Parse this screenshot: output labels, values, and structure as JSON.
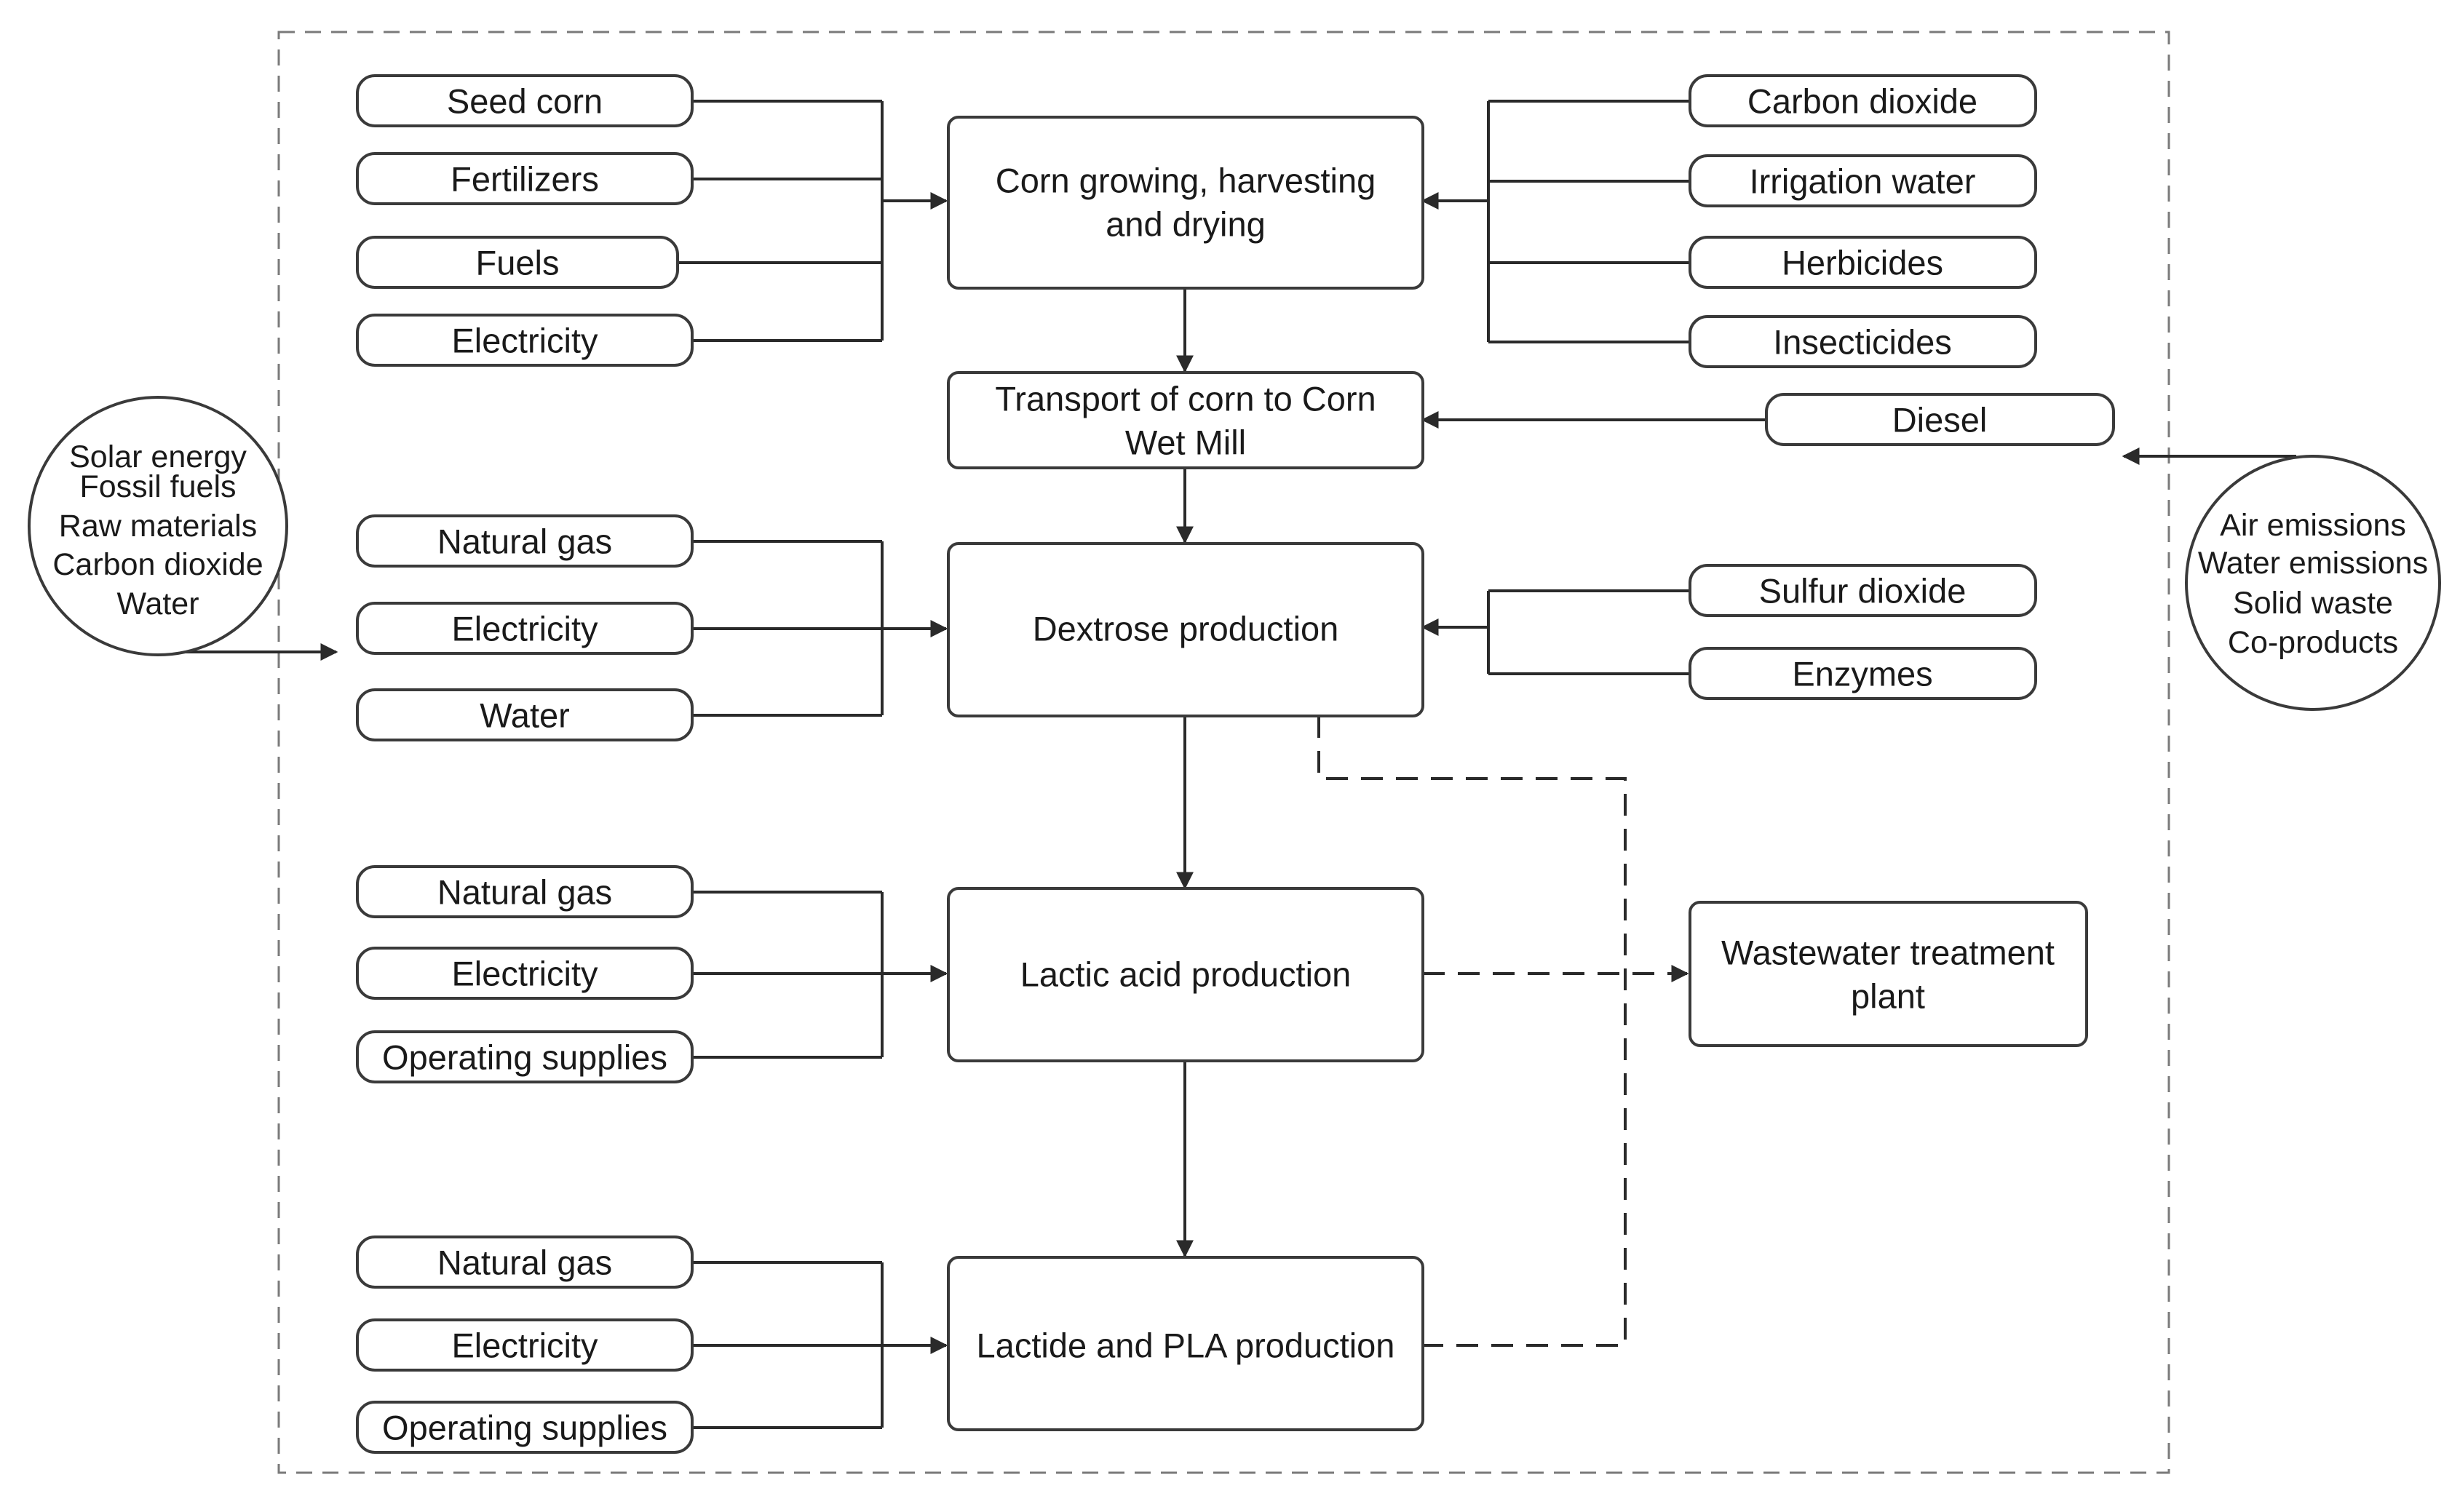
{
  "system_inputs": [
    "Solar energy",
    "Fossil fuels",
    "Raw materials",
    "Carbon dioxide",
    "Water"
  ],
  "system_outputs": [
    "Air emissions",
    "Water emissions",
    "Solid waste",
    "Co-products"
  ],
  "processes": {
    "corn_growing": [
      "Corn growing, harvesting",
      "and drying"
    ],
    "transport": [
      "Transport of corn to Corn",
      "Wet Mill"
    ],
    "dextrose": "Dextrose production",
    "lactic_acid": "Lactic acid production",
    "lactide_pla": "Lactide and PLA production",
    "wastewater": [
      "Wastewater treatment",
      "plant"
    ]
  },
  "inputs": {
    "corn_growing_left": [
      "Seed corn",
      "Fertilizers",
      "Fuels",
      "Electricity"
    ],
    "corn_growing_right": [
      "Carbon dioxide",
      "Irrigation water",
      "Herbicides",
      "Insecticides"
    ],
    "transport_right": "Diesel",
    "dextrose_left": [
      "Natural gas",
      "Electricity",
      "Water"
    ],
    "dextrose_right": [
      "Sulfur dioxide",
      "Enzymes"
    ],
    "lactic_acid_left": [
      "Natural gas",
      "Electricity",
      "Operating supplies"
    ],
    "lactide_pla_left": [
      "Natural gas",
      "Electricity",
      "Operating supplies"
    ]
  }
}
